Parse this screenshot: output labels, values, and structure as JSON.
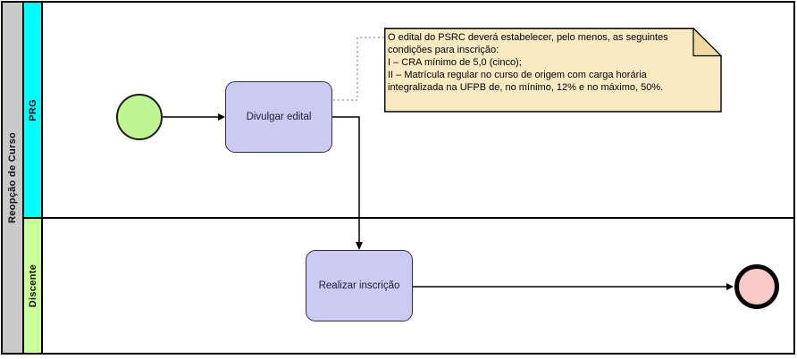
{
  "pool": {
    "label": "Reopção de Curso",
    "header_color": "#C9C9C9"
  },
  "lanes": [
    {
      "label": "PRG",
      "color": "#00FFFF"
    },
    {
      "label": "Discente",
      "color": "#CCFF99"
    }
  ],
  "tasks": [
    {
      "label": "Divulgar edital",
      "fill": "#CACAF3"
    },
    {
      "label": "Realizar inscrição",
      "fill": "#CACAF3"
    }
  ],
  "events": [
    {
      "type": "start",
      "fill": "#C0F593"
    },
    {
      "type": "end",
      "fill": "#FBCAC8"
    }
  ],
  "annotation": {
    "text": "O edital do PSRC deverá estabelecer, pelo menos, as seguintes\ncondições para inscrição:\nI – CRA mínimo de 5,0 (cinco);\nII – Matrícula regular no curso de origem com carga horária\nintegralizada na UFPB de, no mínimo, 12% e no máximo, 50%.",
    "fill": "#FAEAC4",
    "fold_fill": "#EFD9A0"
  }
}
